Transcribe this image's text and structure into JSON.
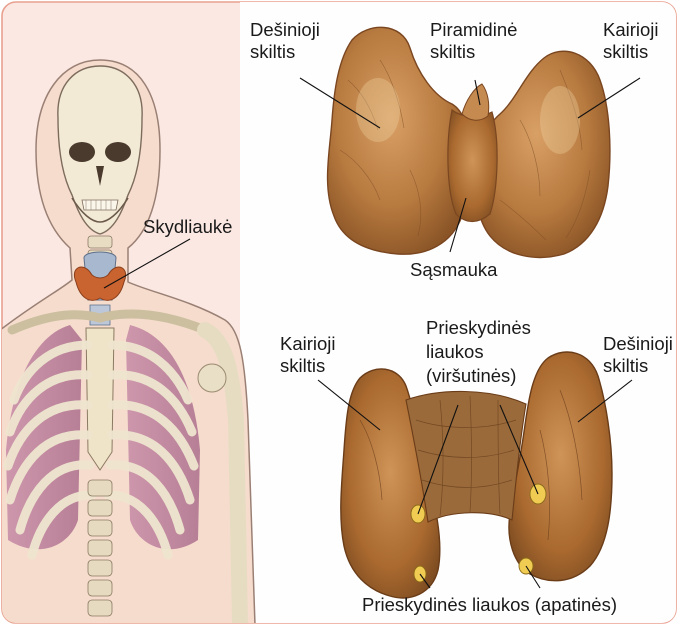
{
  "figure": {
    "background_color": "#fbe8e2",
    "border_color": "#e8a08f",
    "gland_color": "#b77a3f",
    "bone_color": "#f3ead6",
    "lung_color": "#c98fa8",
    "parathyroid_color": "#e8c24a"
  },
  "labels": {
    "body_thyroid": "Skydliaukė",
    "front_right_lobe": [
      "Dešinioji",
      "skiltis"
    ],
    "front_pyramidal_lobe": [
      "Piramidinė",
      "skiltis"
    ],
    "front_left_lobe": [
      "Kairioji",
      "skiltis"
    ],
    "front_isthmus": "Sąsmauka",
    "back_left_lobe": [
      "Kairioji",
      "skiltis"
    ],
    "back_parathyroid_upper": [
      "Prieskydinės",
      "liaukos",
      "(viršutinės)"
    ],
    "back_right_lobe": [
      "Dešinioji",
      "skiltis"
    ],
    "back_parathyroid_lower": "Prieskydinės liaukos (apatinės)"
  }
}
